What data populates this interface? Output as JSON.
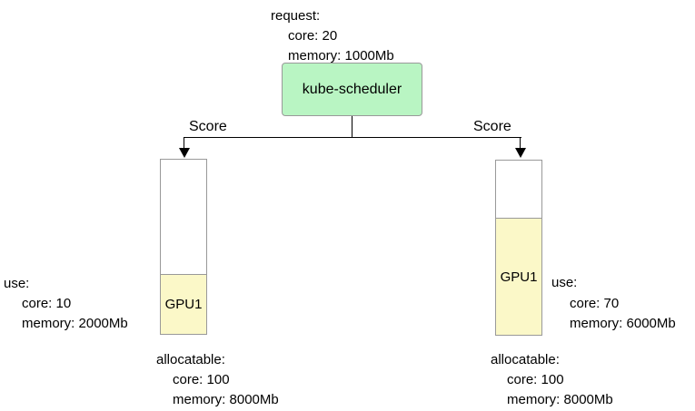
{
  "colors": {
    "scheduler-fill": "#b9f5c3",
    "gpu-fill": "#fbf8c8",
    "box-border": "#999999",
    "line": "#000000"
  },
  "request": {
    "title": "request:",
    "lines": [
      "core: 20",
      "memory: 1000Mb"
    ]
  },
  "scheduler": {
    "label": "kube-scheduler"
  },
  "edges": {
    "left_score": "Score",
    "right_score": "Score"
  },
  "left_node": {
    "gpu_label": "GPU1",
    "use_title": "use:",
    "use_lines": [
      "core: 10",
      "memory: 2000Mb"
    ],
    "alloc_title": "allocatable:",
    "alloc_lines": [
      "core: 100",
      "memory: 8000Mb"
    ]
  },
  "right_node": {
    "gpu_label": "GPU1",
    "use_title": "use:",
    "use_lines": [
      "core: 70",
      "memory: 6000Mb"
    ],
    "alloc_title": "allocatable:",
    "alloc_lines": [
      "core: 100",
      "memory: 8000Mb"
    ]
  }
}
